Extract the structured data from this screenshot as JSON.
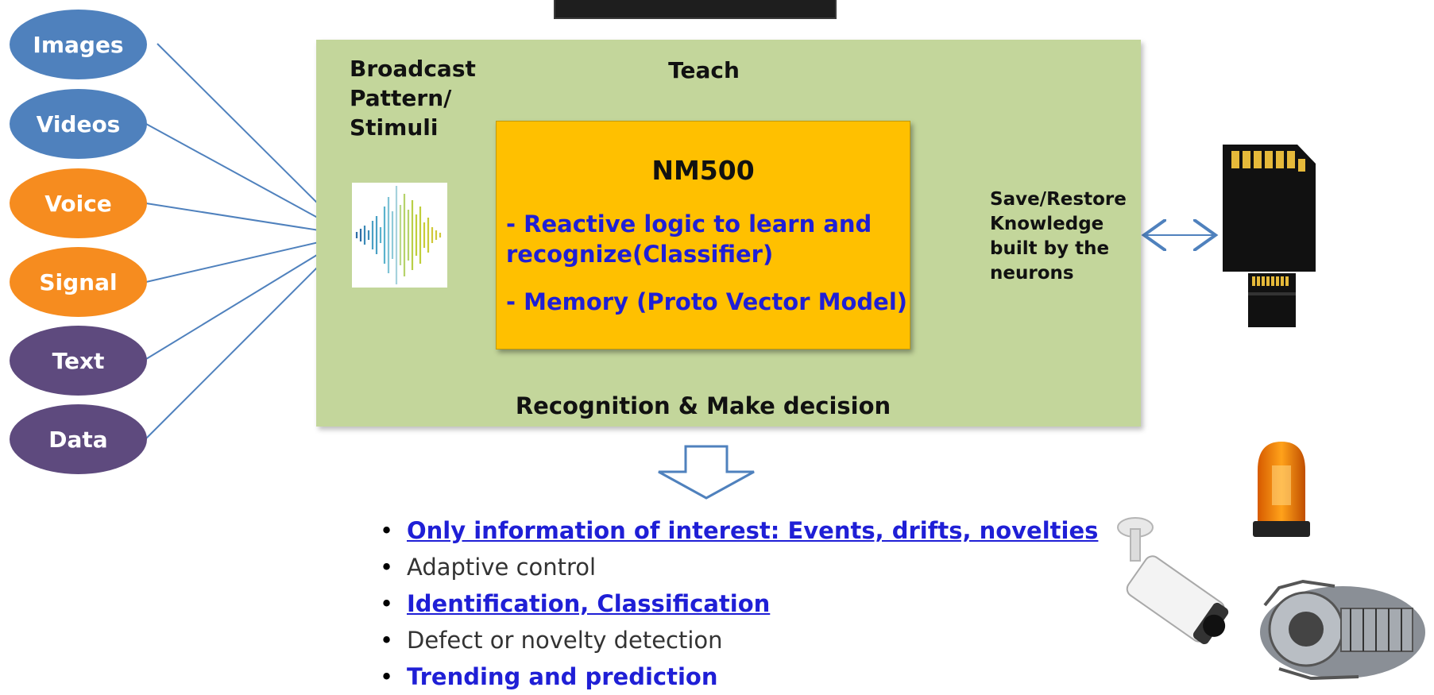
{
  "inputs": [
    {
      "label": "Images",
      "color": "#4f81bd"
    },
    {
      "label": "Videos",
      "color": "#4f81bd"
    },
    {
      "label": "Voice",
      "color": "#f68c1f"
    },
    {
      "label": "Signal",
      "color": "#f68c1f"
    },
    {
      "label": "Text",
      "color": "#5e4a7e"
    },
    {
      "label": "Data",
      "color": "#5e4a7e"
    }
  ],
  "broadcast_label": "Broadcast Pattern/ Stimuli",
  "teach_label": "Teach",
  "chip": {
    "title": "NM500",
    "items": [
      "- Reactive logic to learn and recognize(Classifier)",
      "- Memory (Proto Vector Model)"
    ]
  },
  "save_label": "Save/Restore Knowledge built by the neurons",
  "recognition_label": "Recognition & Make decision",
  "outputs": [
    {
      "text": "Only information of interest: Events, drifts, novelties",
      "style": "highlight"
    },
    {
      "text": "Adaptive control",
      "style": "plain"
    },
    {
      "text": "Identification, Classification",
      "style": "highlight"
    },
    {
      "text": "Defect or novelty detection",
      "style": "plain"
    },
    {
      "text": "Trending and prediction",
      "style": "highlight-bold"
    }
  ],
  "icons": [
    "sd-card-icon",
    "warning-beacon-icon",
    "security-camera-icon",
    "engine-icon"
  ],
  "colors": {
    "accent_blue": "#1f1fd6",
    "chip_yellow": "#ffc000",
    "panel_green": "#c3d69b",
    "arrow_blue": "#4f81bd"
  }
}
